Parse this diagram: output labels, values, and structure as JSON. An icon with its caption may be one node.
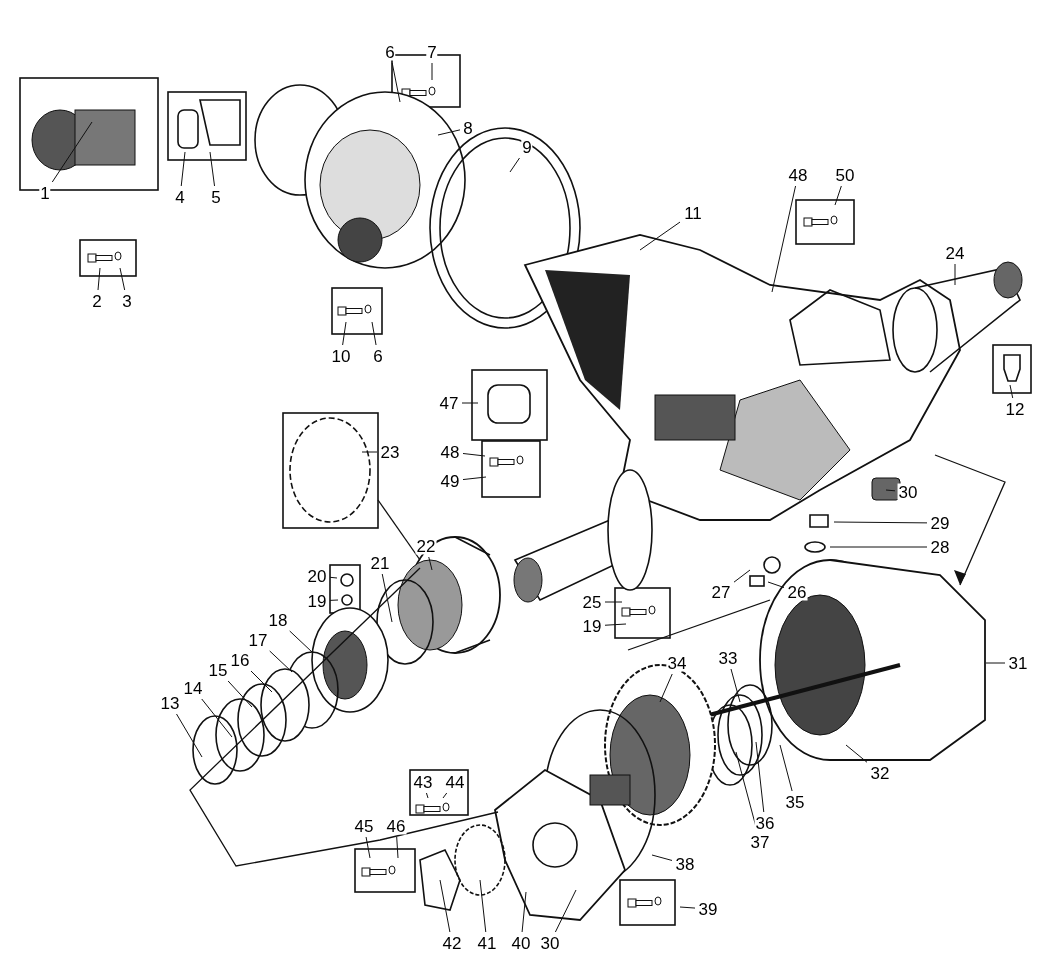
{
  "diagram": {
    "nodes": [
      {
        "text": [
          "6"
        ]
      },
      {
        "text": [
          "7"
        ]
      },
      {
        "text": [
          "8"
        ]
      },
      {
        "text": [
          "9"
        ]
      },
      {
        "text": [
          "48"
        ]
      },
      {
        "text": [
          "50"
        ]
      },
      {
        "text": [
          "1"
        ]
      },
      {
        "text": [
          "4"
        ]
      },
      {
        "text": [
          "5"
        ]
      },
      {
        "text": [
          "11"
        ]
      },
      {
        "text": [
          "24"
        ]
      },
      {
        "text": [
          "2"
        ]
      },
      {
        "text": [
          "3"
        ]
      },
      {
        "text": [
          "10"
        ]
      },
      {
        "text": [
          "6"
        ]
      },
      {
        "text": [
          "47"
        ]
      },
      {
        "text": [
          "12"
        ]
      },
      {
        "text": [
          "23"
        ]
      },
      {
        "text": [
          "48"
        ]
      },
      {
        "text": [
          "49"
        ]
      },
      {
        "text": [
          "30"
        ]
      },
      {
        "text": [
          "29"
        ]
      },
      {
        "text": [
          "22"
        ]
      },
      {
        "text": [
          "28"
        ]
      },
      {
        "text": [
          "21"
        ]
      },
      {
        "text": [
          "20"
        ]
      },
      {
        "text": [
          "27"
        ]
      },
      {
        "text": [
          "26"
        ]
      },
      {
        "text": [
          "19"
        ]
      },
      {
        "text": [
          "25"
        ]
      },
      {
        "text": [
          "18"
        ]
      },
      {
        "text": [
          "19"
        ]
      },
      {
        "text": [
          "17"
        ]
      },
      {
        "text": [
          "16"
        ]
      },
      {
        "text": [
          "33"
        ]
      },
      {
        "text": [
          "34"
        ]
      },
      {
        "text": [
          "31"
        ]
      },
      {
        "text": [
          "15"
        ]
      },
      {
        "text": [
          "14"
        ]
      },
      {
        "text": [
          "13"
        ]
      },
      {
        "text": [
          "32"
        ]
      },
      {
        "text": [
          "43"
        ]
      },
      {
        "text": [
          "44"
        ]
      },
      {
        "text": [
          "35"
        ]
      },
      {
        "text": [
          "36"
        ]
      },
      {
        "text": [
          "46"
        ]
      },
      {
        "text": [
          "45"
        ]
      },
      {
        "text": [
          "37"
        ]
      },
      {
        "text": [
          "38"
        ]
      },
      {
        "text": [
          "39"
        ]
      },
      {
        "text": [
          "42"
        ]
      },
      {
        "text": [
          "41"
        ]
      },
      {
        "text": [
          "40"
        ]
      },
      {
        "text": [
          "30"
        ]
      }
    ],
    "edges": [
      {
        "from": 0,
        "to": null,
        "arrow": "none"
      },
      {
        "from": 1,
        "to": null,
        "arrow": "none"
      },
      {
        "from": 2,
        "to": null,
        "arrow": "none"
      },
      {
        "from": 3,
        "to": null,
        "arrow": "none"
      },
      {
        "from": 4,
        "to": null,
        "arrow": "none"
      },
      {
        "from": 5,
        "to": null,
        "arrow": "none"
      },
      {
        "from": 6,
        "to": null,
        "arrow": "none"
      },
      {
        "from": 7,
        "to": null,
        "arrow": "none"
      },
      {
        "from": 8,
        "to": null,
        "arrow": "none"
      },
      {
        "from": 9,
        "to": null,
        "arrow": "none"
      },
      {
        "from": 10,
        "to": null,
        "arrow": "none"
      },
      {
        "from": 11,
        "to": null,
        "arrow": "none"
      },
      {
        "from": 12,
        "to": null,
        "arrow": "none"
      },
      {
        "from": 13,
        "to": null,
        "arrow": "none"
      },
      {
        "from": 14,
        "to": null,
        "arrow": "none"
      },
      {
        "from": 15,
        "to": null,
        "arrow": "none"
      },
      {
        "from": 16,
        "to": null,
        "arrow": "none"
      },
      {
        "from": 17,
        "to": null,
        "arrow": "none"
      },
      {
        "from": 18,
        "to": null,
        "arrow": "none"
      },
      {
        "from": 19,
        "to": null,
        "arrow": "none"
      },
      {
        "from": 20,
        "to": null,
        "arrow": "none"
      },
      {
        "from": 21,
        "to": null,
        "arrow": "none"
      },
      {
        "from": 22,
        "to": null,
        "arrow": "none"
      },
      {
        "from": 23,
        "to": null,
        "arrow": "none"
      },
      {
        "from": 24,
        "to": null,
        "arrow": "none"
      },
      {
        "from": 25,
        "to": null,
        "arrow": "none"
      },
      {
        "from": 26,
        "to": null,
        "arrow": "none"
      },
      {
        "from": 27,
        "to": null,
        "arrow": "none"
      },
      {
        "from": 28,
        "to": null,
        "arrow": "none"
      },
      {
        "from": 29,
        "to": null,
        "arrow": "none"
      },
      {
        "from": 30,
        "to": null,
        "arrow": "none"
      },
      {
        "from": 31,
        "to": null,
        "arrow": "none"
      },
      {
        "from": 32,
        "to": null,
        "arrow": "none"
      },
      {
        "from": 33,
        "to": null,
        "arrow": "none"
      },
      {
        "from": 34,
        "to": null,
        "arrow": "none"
      },
      {
        "from": 35,
        "to": null,
        "arrow": "none"
      },
      {
        "from": 36,
        "to": null,
        "arrow": "none"
      },
      {
        "from": 37,
        "to": null,
        "arrow": "none"
      },
      {
        "from": 38,
        "to": null,
        "arrow": "none"
      },
      {
        "from": 39,
        "to": null,
        "arrow": "none"
      },
      {
        "from": 40,
        "to": null,
        "arrow": "none"
      },
      {
        "from": 41,
        "to": null,
        "arrow": "none"
      },
      {
        "from": 42,
        "to": null,
        "arrow": "none"
      },
      {
        "from": 43,
        "to": null,
        "arrow": "none"
      },
      {
        "from": 44,
        "to": null,
        "arrow": "none"
      },
      {
        "from": 45,
        "to": null,
        "arrow": "none"
      },
      {
        "from": 46,
        "to": null,
        "arrow": "none"
      },
      {
        "from": 47,
        "to": null,
        "arrow": "none"
      },
      {
        "from": 48,
        "to": null,
        "arrow": "none"
      },
      {
        "from": 49,
        "to": null,
        "arrow": "none"
      },
      {
        "from": 50,
        "to": null,
        "arrow": "none"
      },
      {
        "from": 51,
        "to": null,
        "arrow": "none"
      },
      {
        "from": 52,
        "to": null,
        "arrow": "none"
      },
      {
        "from": 53,
        "to": null,
        "arrow": "none"
      }
    ]
  }
}
